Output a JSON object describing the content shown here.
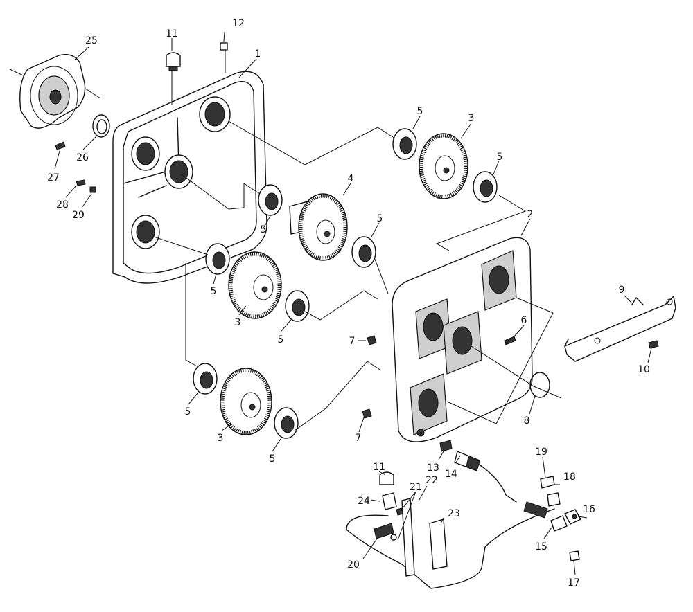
{
  "callouts": [
    "1",
    "2",
    "3",
    "3",
    "3",
    "4",
    "5",
    "5",
    "5",
    "5",
    "5",
    "5",
    "5",
    "5",
    "6",
    "7",
    "7",
    "8",
    "9",
    "10",
    "11",
    "11",
    "12",
    "13",
    "14",
    "15",
    "16",
    "17",
    "18",
    "19",
    "20",
    "21",
    "22",
    "23",
    "24",
    "25",
    "26",
    "27",
    "28",
    "29"
  ],
  "colors": {
    "line": "#111111",
    "paper": "#ffffff",
    "shade": "#cfcfcf"
  }
}
